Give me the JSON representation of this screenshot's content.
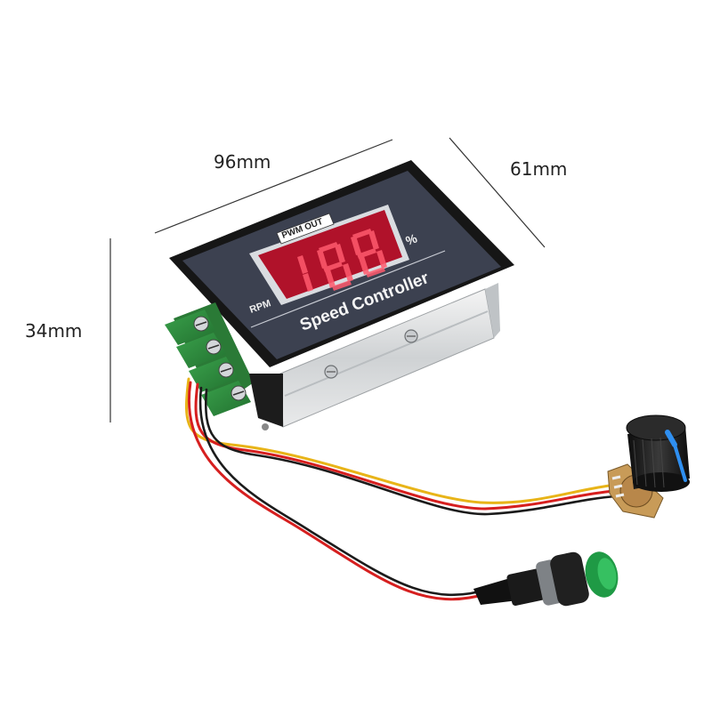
{
  "dimensions": {
    "width": "96mm",
    "depth": "61mm",
    "height": "34mm"
  },
  "panel": {
    "tag": "PWM OUT",
    "percent": "%",
    "rpm": "RPM",
    "title": "Speed Controller",
    "digits": "188"
  },
  "colors": {
    "panel": "#3c4150",
    "display": "#b0122a",
    "terminal": "#2f8a3f",
    "knob": "#1a1a1a",
    "knob_marker": "#2f8ff0",
    "button_cap": "#1f9a45",
    "wire_red": "#d61f1f",
    "wire_yellow": "#e8b418",
    "wire_black": "#1b1b1b"
  }
}
